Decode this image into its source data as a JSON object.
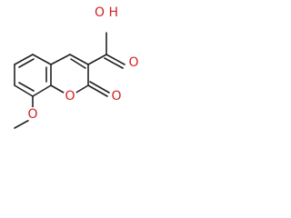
{
  "molecule": {
    "atom_color": "#d42020",
    "bond_color": "#222222",
    "labels": {
      "hydroxyl_oh": "O H",
      "carboxyl_oxygen": "O",
      "ring_oxygen": "O",
      "lactone_oxygen": "O",
      "methoxy_oxygen": "O"
    }
  }
}
